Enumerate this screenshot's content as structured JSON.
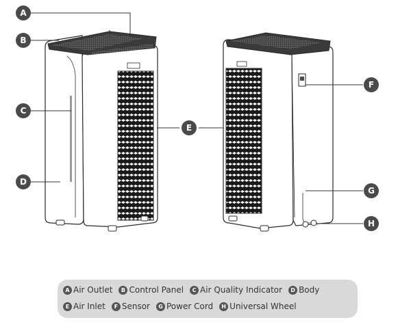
{
  "callouts": {
    "a": "A",
    "b": "B",
    "c": "C",
    "d": "D",
    "e": "E",
    "f": "F",
    "g": "G",
    "h": "H"
  },
  "legend": {
    "row1": [
      {
        "letter": "A",
        "label": "Air Outlet"
      },
      {
        "letter": "B",
        "label": "Control Panel"
      },
      {
        "letter": "C",
        "label": "Air Quality Indicator"
      },
      {
        "letter": "D",
        "label": "Body"
      }
    ],
    "row2": [
      {
        "letter": "E",
        "label": "Air Inlet"
      },
      {
        "letter": "F",
        "label": "Sensor"
      },
      {
        "letter": "G",
        "label": "Power Cord"
      },
      {
        "letter": "H",
        "label": "Universal Wheel"
      }
    ]
  },
  "colors": {
    "callout": "#4a4a4a",
    "legend_bg": "#d9d9d9",
    "line": "#2a2a2a"
  }
}
